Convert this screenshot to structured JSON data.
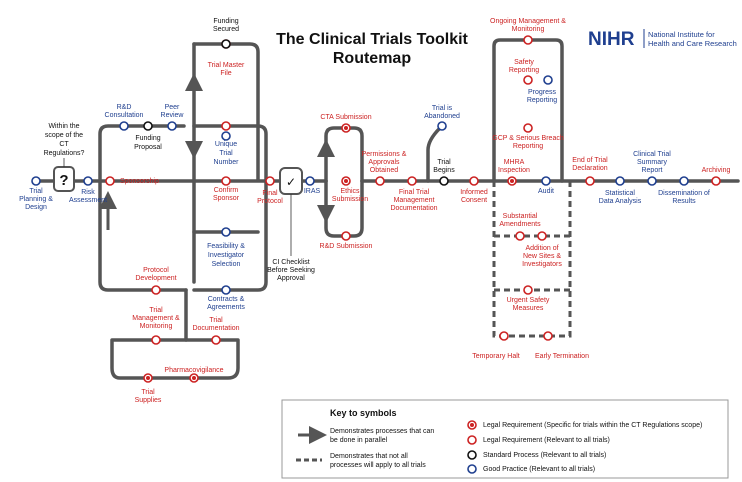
{
  "title": {
    "line1": "The Clinical Trials Toolkit",
    "line2": "Routemap"
  },
  "logo": {
    "abbr": "NIHR",
    "line1": "National Institute for",
    "line2": "Health and Care Research",
    "color": "#1f3f8f"
  },
  "colors": {
    "legal": "#cc2222",
    "good": "#1f3f8f",
    "standard": "#111111",
    "track": "#555555"
  },
  "stations": {
    "trial_planning": [
      "Trial",
      "Planning &",
      "Design"
    ],
    "question_box": [
      "Within the",
      "scope of the",
      "CT",
      "Regulations?"
    ],
    "risk_assessment": [
      "Risk",
      "Assessment"
    ],
    "sponsorship": [
      "Sponsorship"
    ],
    "rd_consultation": [
      "R&D",
      "Consultation"
    ],
    "funding_proposal": [
      "Funding",
      "Proposal"
    ],
    "peer_review": [
      "Peer",
      "Review"
    ],
    "funding_secured": [
      "Funding",
      "Secured"
    ],
    "trial_master_file": [
      "Trial Master",
      "File"
    ],
    "unique_trial_number": [
      "Unique",
      "Trial",
      "Number"
    ],
    "confirm_sponsor": [
      "Confirm",
      "Sponsor"
    ],
    "feasibility": [
      "Feasibility &",
      "Investigator",
      "Selection"
    ],
    "contracts": [
      "Contracts &",
      "Agreements"
    ],
    "protocol_development": [
      "Protocol",
      "Development"
    ],
    "trial_management": [
      "Trial",
      "Management &",
      "Monitoring"
    ],
    "trial_documentation": [
      "Trial",
      "Documentation"
    ],
    "pharmacovigilance": [
      "Pharmacovigilance"
    ],
    "trial_supplies": [
      "Trial",
      "Supplies"
    ],
    "final_protocol": [
      "Final",
      "Protocol"
    ],
    "ci_checklist": [
      "CI Checklist",
      "Before Seeking",
      "Approval"
    ],
    "iras": [
      "IRAS"
    ],
    "cta_submission": [
      "CTA Submission"
    ],
    "ethics_submission": [
      "Ethics",
      "Submission"
    ],
    "rd_submission": [
      "R&D Submission"
    ],
    "permissions": [
      "Permissions &",
      "Approvals",
      "Obtained"
    ],
    "final_trial_docs": [
      "Final Trial",
      "Management",
      "Documentation"
    ],
    "trial_abandoned": [
      "Trial is",
      "Abandoned"
    ],
    "trial_begins": [
      "Trial",
      "Begins"
    ],
    "informed_consent": [
      "Informed",
      "Consent"
    ],
    "ongoing_management": [
      "Ongoing Management &",
      "Monitoring"
    ],
    "safety_reporting": [
      "Safety",
      "Reporting"
    ],
    "progress_reporting": [
      "Progress",
      "Reporting"
    ],
    "gcp_reporting": [
      "GCP & Serious Breach",
      "Reporting"
    ],
    "mhra_inspection": [
      "MHRA",
      "Inspection"
    ],
    "audit": [
      "Audit"
    ],
    "substantial_amendments": [
      "Substantial",
      "Amendments"
    ],
    "addition_sites": [
      "Addition of",
      "New Sites &",
      "Investigators"
    ],
    "urgent_safety": [
      "Urgent Safety",
      "Measures"
    ],
    "temporary_halt": [
      "Temporary Halt"
    ],
    "early_termination": [
      "Early Termination"
    ],
    "end_of_trial": [
      "End of Trial",
      "Declaration"
    ],
    "statistical_analysis": [
      "Statistical",
      "Data Analysis"
    ],
    "clinical_summary": [
      "Clinical Trial",
      "Summary",
      "Report"
    ],
    "dissemination": [
      "Dissemination of",
      "Results"
    ],
    "archiving": [
      "Archiving"
    ]
  },
  "key": {
    "heading": "Key to symbols",
    "parallel": [
      "Demonstrates processes that can",
      "be done in parallel"
    ],
    "not_all": [
      "Demonstrates that not all",
      "processes will apply to all trials"
    ],
    "items": [
      {
        "label": "Legal Requirement (Specific for trials within the CT Regulations scope)",
        "symbol": "legal-specific-icon"
      },
      {
        "label": "Legal Requirement (Relevant to all trials)",
        "symbol": "legal-all-icon"
      },
      {
        "label": "Standard Process (Relevant to all trials)",
        "symbol": "standard-icon"
      },
      {
        "label": "Good Practice (Relevant to all trials)",
        "symbol": "good-practice-icon"
      }
    ]
  }
}
